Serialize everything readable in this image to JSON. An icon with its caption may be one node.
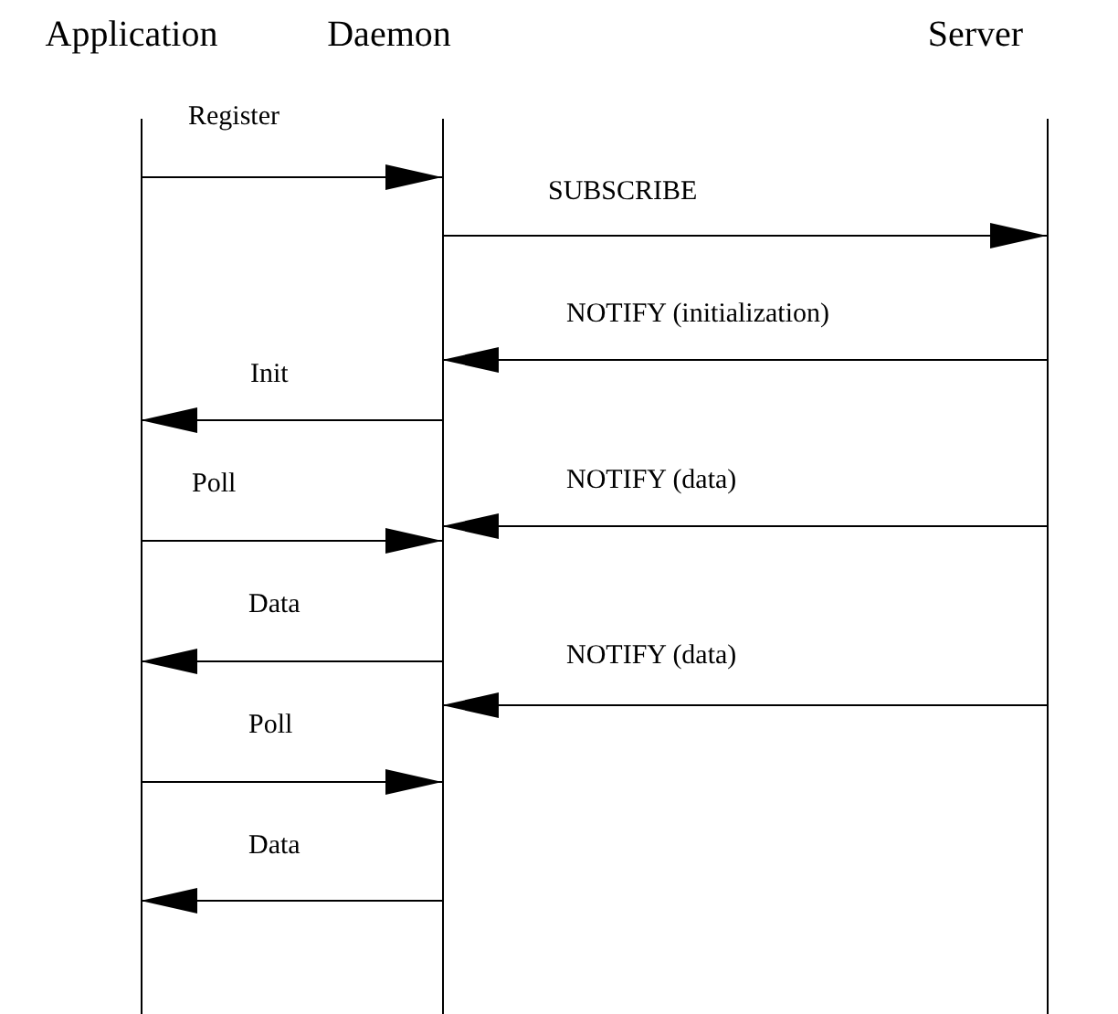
{
  "diagram": {
    "nodes": [
      {
        "text": [
          "Application"
        ]
      },
      {
        "text": [
          "Daemon"
        ]
      },
      {
        "text": [
          "Server"
        ]
      }
    ],
    "edges": [
      {
        "from": 0,
        "to": 1,
        "arrow": "to",
        "label": "Register"
      },
      {
        "from": 1,
        "to": 2,
        "arrow": "to",
        "label": "SUBSCRIBE"
      },
      {
        "from": 2,
        "to": 1,
        "arrow": "to",
        "label": "NOTIFY (initialization)"
      },
      {
        "from": 1,
        "to": 0,
        "arrow": "to",
        "label": "Init"
      },
      {
        "from": 2,
        "to": 1,
        "arrow": "to",
        "label": "NOTIFY (data)"
      },
      {
        "from": 0,
        "to": 1,
        "arrow": "to",
        "label": "Poll"
      },
      {
        "from": 1,
        "to": 0,
        "arrow": "to",
        "label": "Data"
      },
      {
        "from": 2,
        "to": 1,
        "arrow": "to",
        "label": "NOTIFY (data)"
      },
      {
        "from": 0,
        "to": 1,
        "arrow": "to",
        "label": "Poll"
      },
      {
        "from": 1,
        "to": 0,
        "arrow": "to",
        "label": "Data"
      }
    ]
  }
}
